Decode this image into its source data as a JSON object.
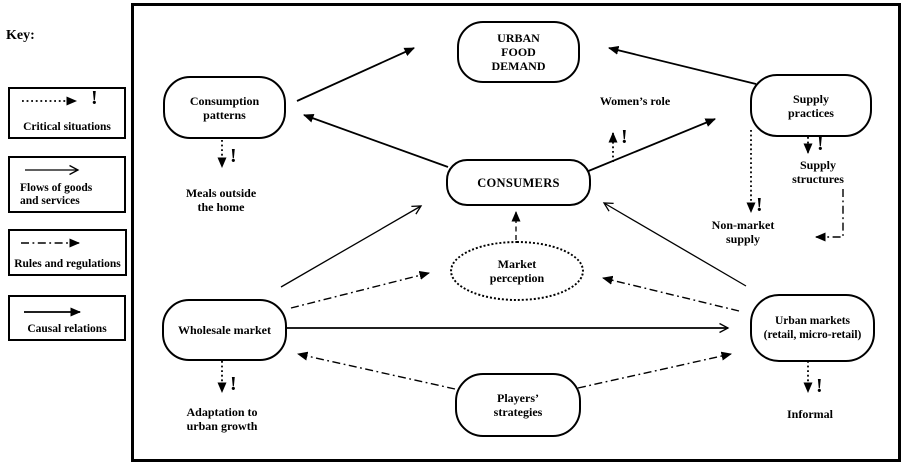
{
  "key": {
    "title": "Key:",
    "items": [
      {
        "label": "Critical situations",
        "type": "critical",
        "symbol": "dotted-arrow-with-exclamation"
      },
      {
        "label": "Flows of goods\nand services",
        "type": "flows",
        "symbol": "thin-open-arrow"
      },
      {
        "label": "Rules and regulations",
        "type": "rules",
        "symbol": "dash-dot-arrow"
      },
      {
        "label": "Causal relations",
        "type": "causal",
        "symbol": "solid-filled-arrow"
      }
    ]
  },
  "symbols": {
    "exclamation": "!"
  },
  "nodes": {
    "urban_food_demand": {
      "label": "URBAN\nFOOD\nDEMAND"
    },
    "consumption_patterns": {
      "label": "Consumption\npatterns"
    },
    "supply_practices": {
      "label": "Supply\npractices"
    },
    "consumers": {
      "label": "CONSUMERS"
    },
    "market_perception": {
      "label": "Market\nperception"
    },
    "wholesale_market": {
      "label": "Wholesale market"
    },
    "urban_markets": {
      "label": "Urban markets\n(retail, micro-retail)"
    },
    "players_strategies": {
      "label": "Players’\nstrategies"
    }
  },
  "annotations": {
    "womens_role": "Women’s role",
    "meals_outside": "Meals outside\nthe home",
    "supply_structures": "Supply\nstructures",
    "non_market_supply": "Non-market\nsupply",
    "adaptation": "Adaptation to\nurban growth",
    "informal": "Informal"
  },
  "connections": [
    {
      "from": "Consumption patterns",
      "to": "Urban food demand",
      "type": "causal"
    },
    {
      "from": "Consumers",
      "to": "Consumption patterns",
      "type": "causal"
    },
    {
      "from": "Consumers",
      "to": "Supply practices",
      "type": "causal"
    },
    {
      "from": "Supply practices",
      "to": "Urban food demand",
      "type": "causal"
    },
    {
      "from": "Wholesale market",
      "to": "Urban markets",
      "type": "flows"
    },
    {
      "from": "Wholesale market",
      "to": "Consumers",
      "type": "flows"
    },
    {
      "from": "Urban markets",
      "to": "Consumers",
      "type": "flows"
    },
    {
      "from": "Market perception",
      "to": "Consumers",
      "type": "flows-dashed"
    },
    {
      "from": "Wholesale market",
      "to": "Market perception",
      "type": "rules"
    },
    {
      "from": "Urban markets",
      "to": "Market perception",
      "type": "rules"
    },
    {
      "from": "Players’ strategies",
      "to": "Wholesale market",
      "type": "rules"
    },
    {
      "from": "Players’ strategies",
      "to": "Urban markets",
      "type": "rules"
    },
    {
      "from": "Supply structures",
      "to": "Non-market supply",
      "type": "rules"
    },
    {
      "from": "Consumption patterns",
      "to": "Meals outside the home",
      "type": "critical"
    },
    {
      "from": "Wholesale market",
      "to": "Adaptation to urban growth",
      "type": "critical"
    },
    {
      "from": "Urban markets",
      "to": "Informal",
      "type": "critical"
    },
    {
      "from": "Supply practices",
      "to": "Supply structures",
      "type": "critical"
    },
    {
      "from": "Supply practices",
      "to": "Non-market supply",
      "type": "critical"
    },
    {
      "from": "Consumers",
      "to": "Women’s role",
      "type": "critical"
    }
  ]
}
